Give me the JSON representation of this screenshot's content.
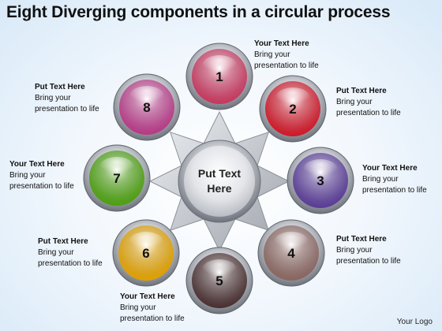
{
  "title": "Eight Diverging components in a circular process",
  "center": {
    "line1": "Put Text",
    "line2": "Here"
  },
  "nodes": [
    {
      "number": "1",
      "color": "#c8385e",
      "heading": "Your Text Here",
      "line1": "Bring your",
      "line2": "presentation to life"
    },
    {
      "number": "2",
      "color": "#d01828",
      "heading": "Put Text Here",
      "line1": "Bring your",
      "line2": "presentation to life"
    },
    {
      "number": "3",
      "color": "#5a3c96",
      "heading": "Your Text Here",
      "line1": "Bring your",
      "line2": "presentation to life"
    },
    {
      "number": "4",
      "color": "#8a6660",
      "heading": "Put Text Here",
      "line1": "Bring your",
      "line2": "presentation to life"
    },
    {
      "number": "5",
      "color": "#4a3030",
      "heading": "Your Text Here",
      "line1": "Bring your",
      "line2": "presentation to life"
    },
    {
      "number": "6",
      "color": "#e0a000",
      "heading": "Put Text Here",
      "line1": "Bring your",
      "line2": "presentation to life"
    },
    {
      "number": "7",
      "color": "#4ea010",
      "heading": "Your Text Here",
      "line1": "Bring your",
      "line2": "presentation to life"
    },
    {
      "number": "8",
      "color": "#b83a86",
      "heading": "Put Text Here",
      "line1": "Bring your",
      "line2": "presentation to life"
    }
  ],
  "footer": "Your Logo"
}
